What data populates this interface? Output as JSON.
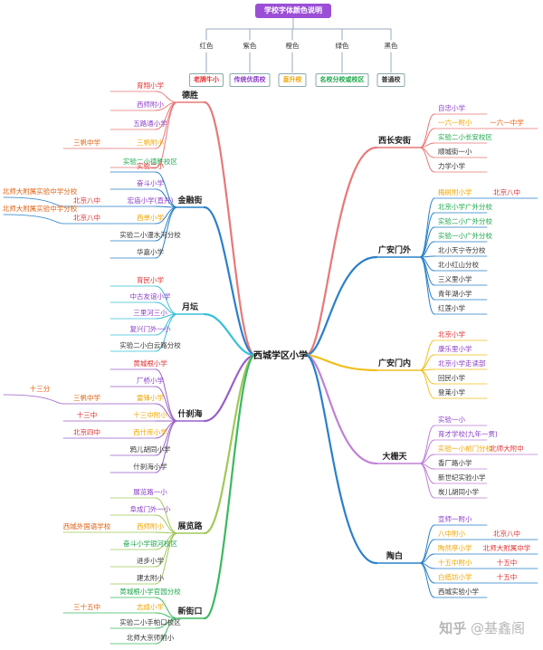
{
  "legend": {
    "title": "学校字体颜色说明",
    "items": [
      {
        "label": "红色",
        "desc": "老牌牛小",
        "color": "#e03030"
      },
      {
        "label": "紫色",
        "desc": "传统优质校",
        "color": "#8a3cc8"
      },
      {
        "label": "橙色",
        "desc": "直升校",
        "color": "#f0a500"
      },
      {
        "label": "绿色",
        "desc": "名校分校或校区",
        "color": "#1aa64a"
      },
      {
        "label": "黑色",
        "desc": "普通校",
        "color": "#333333"
      }
    ]
  },
  "center": "西城学区小学",
  "left_branches": [
    {
      "name": "德胜",
      "color": "#e87878",
      "schools": [
        {
          "t": "育翔小学",
          "c": "#e03030"
        },
        {
          "t": "西师附小",
          "c": "#8a3cc8"
        },
        {
          "t": "五路通小学",
          "c": "#8a3cc8"
        },
        {
          "t": "三帆附小",
          "c": "#f0a500",
          "x": {
            "t": "三帆中学",
            "c": "#e06010"
          }
        },
        {
          "t": "实验二小德胜校区",
          "c": "#1aa64a"
        }
      ]
    },
    {
      "name": "金融街",
      "color": "#2a80c8",
      "schools": [
        {
          "t": "实验二小",
          "c": "#e03030"
        },
        {
          "t": "奋斗小学",
          "c": "#8a3cc8"
        },
        {
          "t": "宏庙小学(直升)",
          "c": "#8a3cc8",
          "x": {
            "t": "北京八中",
            "c": "#e03030"
          },
          "x2": {
            "t": "北师大附属实验中学分校",
            "c": "#e06010"
          }
        },
        {
          "t": "西单小学",
          "c": "#f0a500",
          "x": {
            "t": "北京八中",
            "c": "#e03030"
          },
          "x2": {
            "t": "北师大附属实验中学分校",
            "c": "#e06010"
          }
        },
        {
          "t": "实验二小漫水河分校",
          "c": "#333333"
        },
        {
          "t": "华嘉小学",
          "c": "#333333"
        }
      ]
    },
    {
      "name": "月坛",
      "color": "#38c0d8",
      "schools": [
        {
          "t": "育民小学",
          "c": "#e03030"
        },
        {
          "t": "中古友谊小学",
          "c": "#8a3cc8"
        },
        {
          "t": "三里河三小",
          "c": "#8a3cc8"
        },
        {
          "t": "复兴门外一小",
          "c": "#8a3cc8"
        },
        {
          "t": "实验二小白云路分校",
          "c": "#333333"
        }
      ]
    },
    {
      "name": "什刹海",
      "color": "#9a60c8",
      "schools": [
        {
          "t": "黄城根小学",
          "c": "#e03030"
        },
        {
          "t": "厂桥小学",
          "c": "#8a3cc8"
        },
        {
          "t": "雷锋小学",
          "c": "#f0a500",
          "x": {
            "t": "三帆中学",
            "c": "#e06010"
          },
          "x2": {
            "t": "十三分",
            "c": "#e06010"
          }
        },
        {
          "t": "十三中附小",
          "c": "#f0a500",
          "x": {
            "t": "十三中",
            "c": "#e03030"
          }
        },
        {
          "t": "西什库小学",
          "c": "#f0a500",
          "x": {
            "t": "北京四中",
            "c": "#e03030"
          }
        },
        {
          "t": "鸦儿胡同小学",
          "c": "#333333"
        },
        {
          "t": "什刹海小学",
          "c": "#333333"
        }
      ]
    },
    {
      "name": "展览路",
      "color": "#a0c858",
      "schools": [
        {
          "t": "展览路一小",
          "c": "#8a3cc8"
        },
        {
          "t": "阜成门外一小",
          "c": "#8a3cc8"
        },
        {
          "t": "西师附小",
          "c": "#f0a500",
          "x": {
            "t": "西城外国语学校",
            "c": "#e06010"
          }
        },
        {
          "t": "奋斗小学银河校区",
          "c": "#1aa64a"
        },
        {
          "t": "进步小学",
          "c": "#333333"
        },
        {
          "t": "建太附小",
          "c": "#333333"
        }
      ]
    },
    {
      "name": "新街口",
      "color": "#3cb860",
      "schools": [
        {
          "t": "黄城根小学官园分校",
          "c": "#1aa64a"
        },
        {
          "t": "志成小学",
          "c": "#f0a500",
          "x": {
            "t": "三十五中",
            "c": "#e06010"
          }
        },
        {
          "t": "实验二小手帕口校区",
          "c": "#333333"
        },
        {
          "t": "北师大京师附小",
          "c": "#333333"
        }
      ]
    }
  ],
  "right_branches": [
    {
      "name": "西长安街",
      "color": "#e87878",
      "schools": [
        {
          "t": "自忠小学",
          "c": "#8a3cc8"
        },
        {
          "t": "一六一附小",
          "c": "#f0a500",
          "x": {
            "t": "一六一中学",
            "c": "#e06010"
          }
        },
        {
          "t": "实验二小长安校区",
          "c": "#1aa64a"
        },
        {
          "t": "顺城街一小",
          "c": "#333333"
        },
        {
          "t": "力学小学",
          "c": "#333333"
        }
      ]
    },
    {
      "name": "广安门外",
      "color": "#2a80c8",
      "schools": [
        {
          "t": "梅树附小学",
          "c": "#f0a500",
          "x": {
            "t": "北京八中",
            "c": "#e03030"
          }
        },
        {
          "t": "北京小学广外分校",
          "c": "#1aa64a"
        },
        {
          "t": "实验二小广外分校",
          "c": "#1aa64a"
        },
        {
          "t": "实验一小广外分校",
          "c": "#1aa64a"
        },
        {
          "t": "北小天宁寺分校",
          "c": "#333333"
        },
        {
          "t": "北小红山分校",
          "c": "#333333"
        },
        {
          "t": "三义里小学",
          "c": "#333333"
        },
        {
          "t": "青年湖小学",
          "c": "#333333"
        },
        {
          "t": "红莲小学",
          "c": "#333333"
        }
      ]
    },
    {
      "name": "广安门内",
      "color": "#f0c020",
      "schools": [
        {
          "t": "北京小学",
          "c": "#e03030"
        },
        {
          "t": "康乐里小学",
          "c": "#8a3cc8"
        },
        {
          "t": "北京小学走读部",
          "c": "#8a3cc8"
        },
        {
          "t": "回民小学",
          "c": "#333333"
        },
        {
          "t": "登莱小学",
          "c": "#333333"
        }
      ]
    },
    {
      "name": "大栅天",
      "color": "#c080d8",
      "schools": [
        {
          "t": "实验一小",
          "c": "#8a3cc8"
        },
        {
          "t": "育才学校(九年一贯)",
          "c": "#8a3cc8"
        },
        {
          "t": "实验一小前门分校",
          "c": "#f0a500",
          "x": {
            "t": "北师大附中",
            "c": "#e03030"
          }
        },
        {
          "t": "香厂路小学",
          "c": "#333333"
        },
        {
          "t": "新世纪实验小学",
          "c": "#333333"
        },
        {
          "t": "炭儿胡同小学",
          "c": "#333333"
        }
      ]
    },
    {
      "name": "陶白",
      "color": "#2a80c8",
      "schools": [
        {
          "t": "宣师一附小",
          "c": "#8a3cc8"
        },
        {
          "t": "八中附小",
          "c": "#f0a500",
          "x": {
            "t": "北京八中",
            "c": "#e03030"
          }
        },
        {
          "t": "陶然亭小学",
          "c": "#f0a500",
          "x": {
            "t": "北师大附属中学",
            "c": "#e03030"
          }
        },
        {
          "t": "十五中附小",
          "c": "#f0a500",
          "x": {
            "t": "十五中",
            "c": "#e03030"
          }
        },
        {
          "t": "白纸坊小学",
          "c": "#f0a500",
          "x": {
            "t": "十五中",
            "c": "#e03030"
          }
        },
        {
          "t": "西城实验小学",
          "c": "#333333"
        }
      ]
    }
  ],
  "watermark": {
    "zhihu": "知乎",
    "author": "@基鑫阁"
  }
}
